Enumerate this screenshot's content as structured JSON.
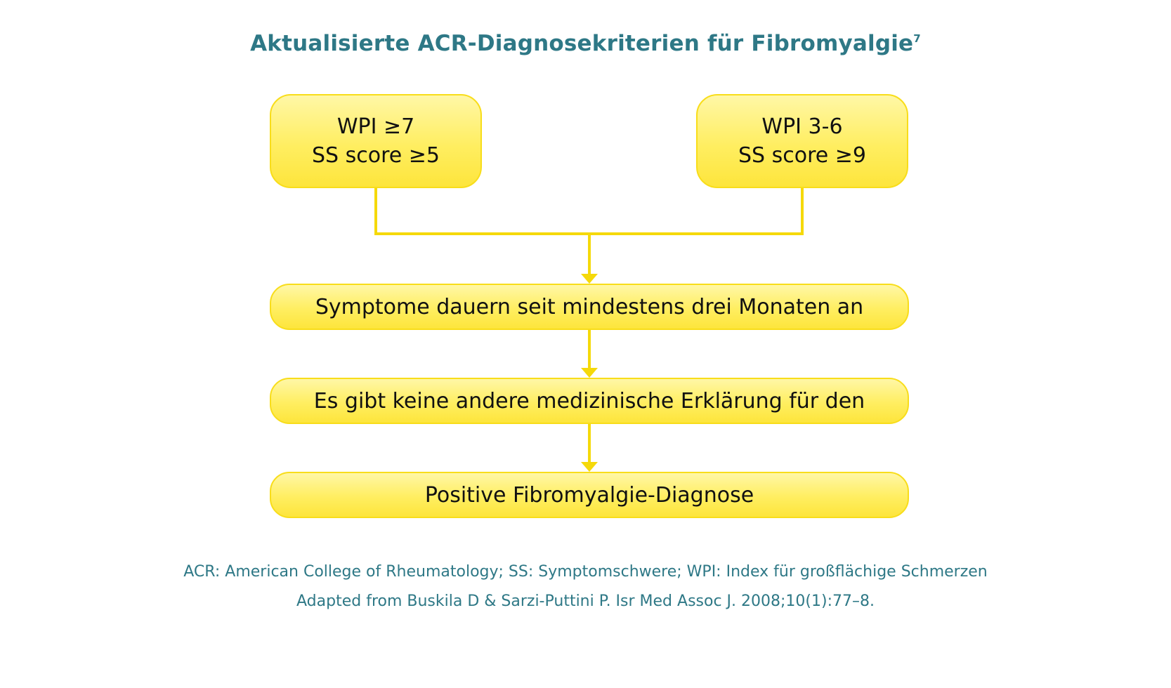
{
  "title": {
    "text": "Aktualisierte ACR-Diagnosekriterien für Fibromyalgie",
    "superscript": "7"
  },
  "criteria": {
    "left": {
      "line1": "WPI ≥7",
      "line2": "SS score ≥5"
    },
    "right": {
      "line1": "WPI 3-6",
      "line2": "SS score ≥9"
    }
  },
  "steps": {
    "duration": "Symptome dauern seit mindestens drei Monaten an",
    "explanation": "Es gibt keine andere medizinische Erklärung für den",
    "diagnosis": "Positive Fibromyalgie-Diagnose"
  },
  "footnotes": {
    "abbreviations": "ACR: American College of Rheumatology; SS: Symptomschwere; WPI: Index für großflächige Schmerzen",
    "source": "Adapted from Buskila D & Sarzi-Puttini P. Isr Med Assoc J. 2008;10(1):77–8."
  },
  "colors": {
    "title_text": "#2e7886",
    "box_fill": "#ffee61",
    "box_border": "#f8dd1a",
    "connector": "#f5d90a"
  }
}
